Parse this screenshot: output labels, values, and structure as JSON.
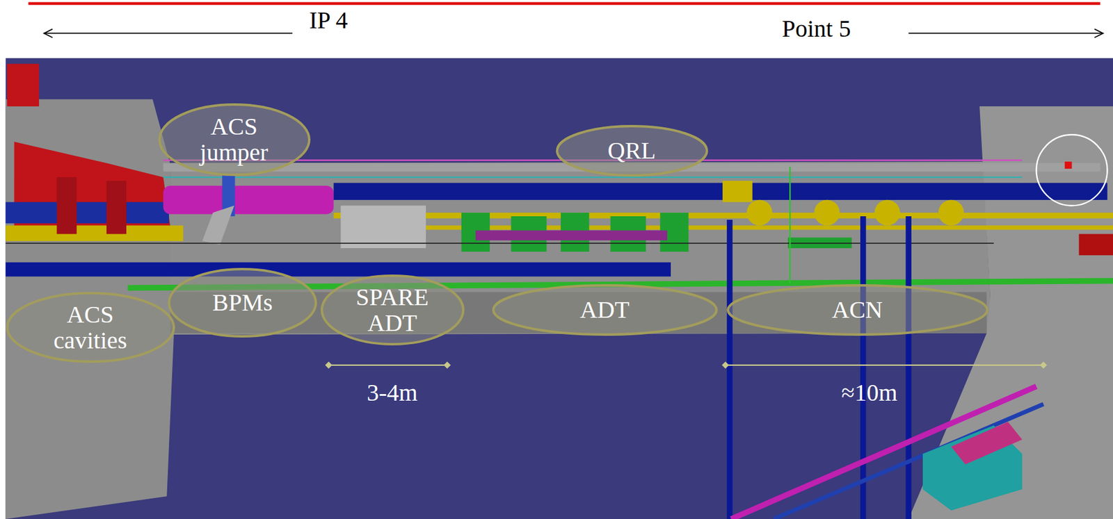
{
  "diagram": {
    "nodes": [
      {
        "text": [
          "ACS jumper"
        ]
      },
      {
        "text": [
          "QRL"
        ]
      },
      {
        "text": [
          "ACS cavities"
        ]
      },
      {
        "text": [
          "BPMs"
        ]
      },
      {
        "text": [
          "SPARE ADT"
        ]
      },
      {
        "text": [
          "ADT"
        ]
      },
      {
        "text": [
          "ACN"
        ]
      }
    ],
    "labels": [
      "IP 4",
      "Point 5",
      "3-4m",
      "≈10m"
    ]
  }
}
